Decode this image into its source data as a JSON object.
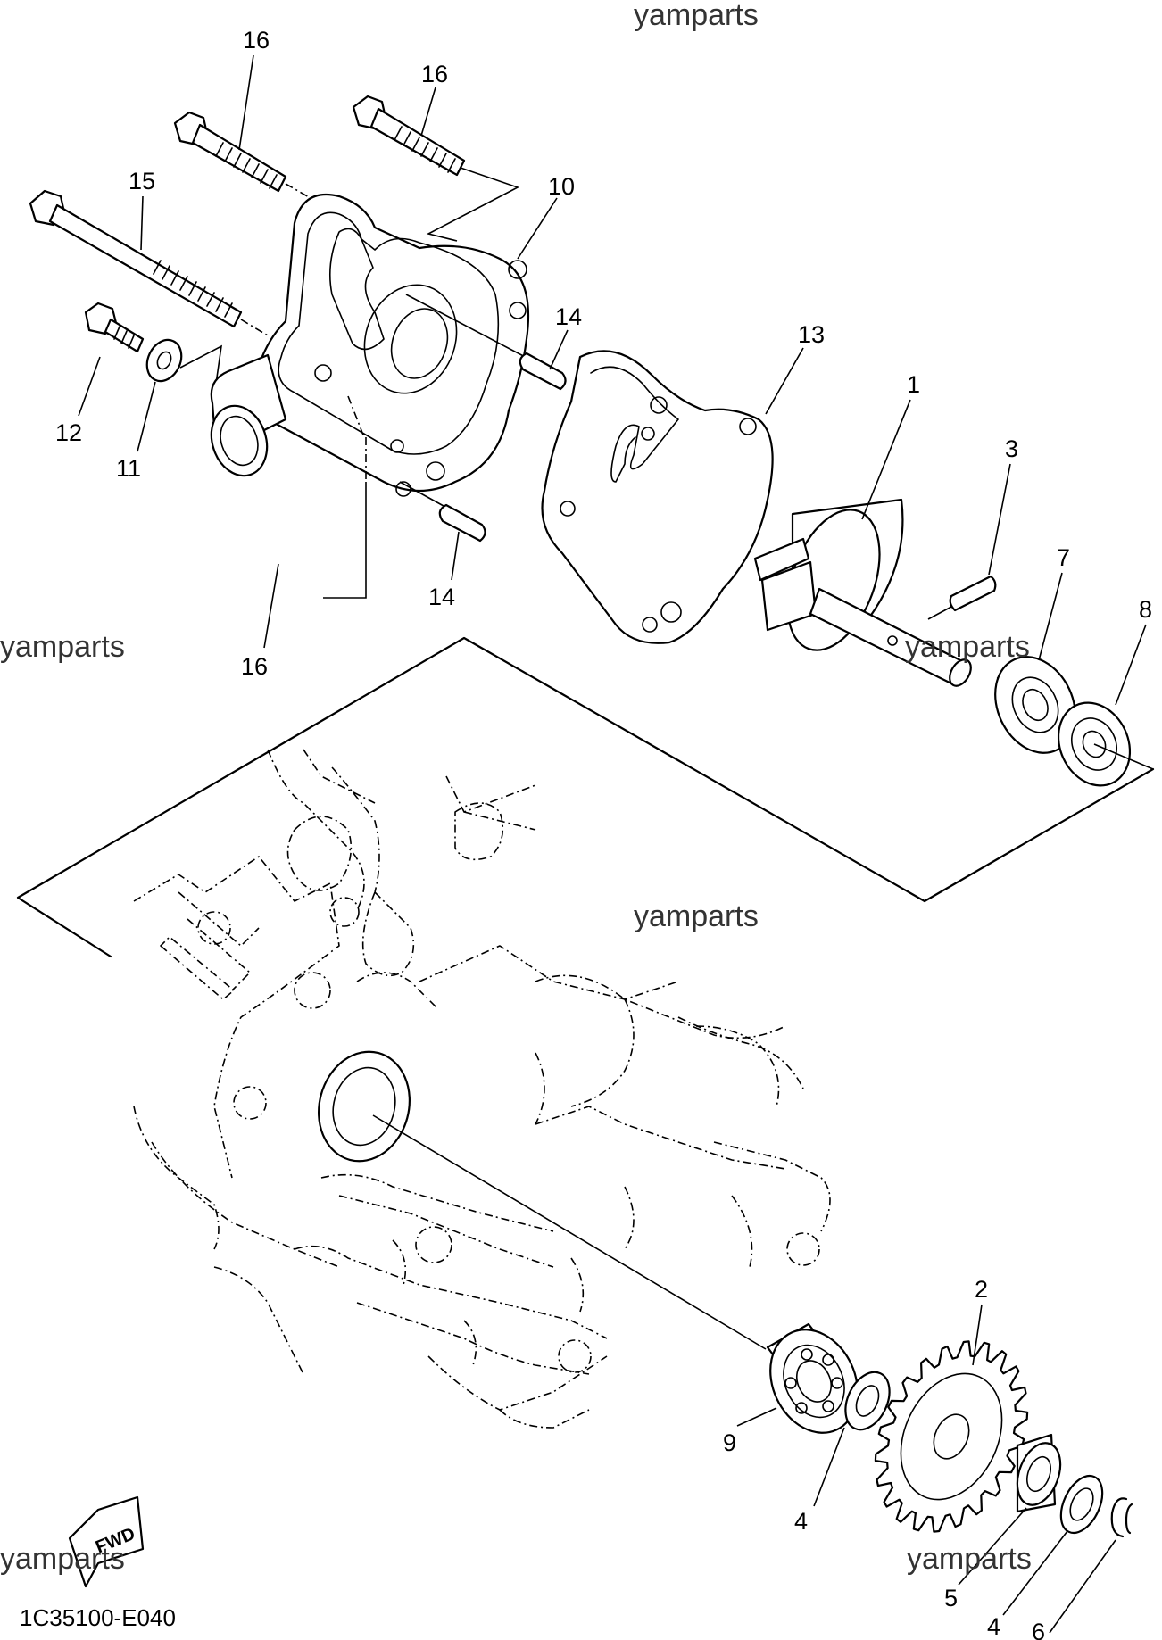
{
  "watermarks": [
    {
      "id": "wm-top",
      "text": "yamparts"
    },
    {
      "id": "wm-left",
      "text": "yamparts"
    },
    {
      "id": "wm-mid-right",
      "text": "yamparts"
    },
    {
      "id": "wm-center",
      "text": "yamparts"
    },
    {
      "id": "wm-bottom-left",
      "text": "yamparts"
    },
    {
      "id": "wm-bottom-right",
      "text": "yamparts"
    }
  ],
  "callouts": [
    {
      "id": "callout-16-a",
      "text": "16"
    },
    {
      "id": "callout-16-b",
      "text": "16"
    },
    {
      "id": "callout-15",
      "text": "15"
    },
    {
      "id": "callout-10",
      "text": "10"
    },
    {
      "id": "callout-14-a",
      "text": "14"
    },
    {
      "id": "callout-13",
      "text": "13"
    },
    {
      "id": "callout-1",
      "text": "1"
    },
    {
      "id": "callout-3",
      "text": "3"
    },
    {
      "id": "callout-7",
      "text": "7"
    },
    {
      "id": "callout-8",
      "text": "8"
    },
    {
      "id": "callout-12",
      "text": "12"
    },
    {
      "id": "callout-11",
      "text": "11"
    },
    {
      "id": "callout-14-b",
      "text": "14"
    },
    {
      "id": "callout-16-c",
      "text": "16"
    },
    {
      "id": "callout-2",
      "text": "2"
    },
    {
      "id": "callout-9",
      "text": "9"
    },
    {
      "id": "callout-4-a",
      "text": "4"
    },
    {
      "id": "callout-5",
      "text": "5"
    },
    {
      "id": "callout-4-b",
      "text": "4"
    },
    {
      "id": "callout-6",
      "text": "6"
    }
  ],
  "fwd_label": "FWD",
  "diagram_code": "1C35100-E040"
}
